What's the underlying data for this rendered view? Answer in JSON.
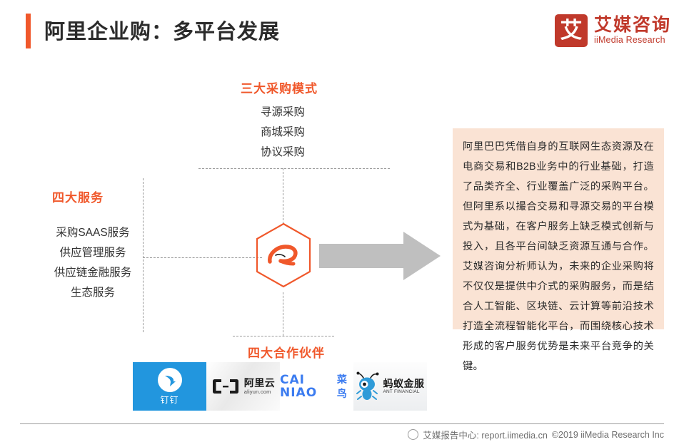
{
  "header": {
    "title": "阿里企业购：多平台发展",
    "logo": {
      "mark": "艾",
      "cn": "艾媒咨询",
      "en": "iiMedia Research"
    }
  },
  "modes": {
    "heading": "三大采购模式",
    "items": [
      "寻源采购",
      "商城采购",
      "协议采购"
    ]
  },
  "services": {
    "heading": "四大服务",
    "items": [
      "采购SAAS服务",
      "供应管理服务",
      "供应链金融服务",
      "生态服务"
    ]
  },
  "center": {
    "logo_label": "Alibaba",
    "hex_color": "#F0582B",
    "arrow_color": "#BFBFBF"
  },
  "partners": {
    "heading": "四大合作伙伴",
    "items": [
      {
        "name": "钉钉",
        "en": "",
        "color": "#2296DE",
        "icon": "dingtalk-bird-icon"
      },
      {
        "name": "阿里云",
        "en": "aliyun.com",
        "color": "#1B1B1B",
        "icon": "aliyun-bracket-icon"
      },
      {
        "name": "菜鸟",
        "en": "CAI NIAO",
        "color": "#3C7CF0",
        "icon": "cainiao-wordmark-icon"
      },
      {
        "name": "蚂蚁金服",
        "en": "ANT FINANCIAL",
        "color": "#1B1B1B",
        "icon": "ant-mascot-icon"
      }
    ]
  },
  "panel": {
    "text": "阿里巴巴凭借自身的互联网生态资源及在电商交易和B2B业务中的行业基础，打造了品类齐全、行业覆盖广泛的采购平台。但阿里系以撮合交易和寻源交易的平台模式为基础，在客户服务上缺乏模式创新与投入，且各平台间缺乏资源互通与合作。艾媒咨询分析师认为，未来的企业采购将不仅仅是提供中介式的采购服务，而是结合人工智能、区块链、云计算等前沿技术打造全流程智能化平台，而围绕核心技术形成的客户服务优势是未来平台竞争的关键。",
    "background": "#FAE3D4"
  },
  "footer": {
    "source": "艾媒报告中心: report.iimedia.cn",
    "copyright": "©2019  iiMedia Research Inc"
  }
}
